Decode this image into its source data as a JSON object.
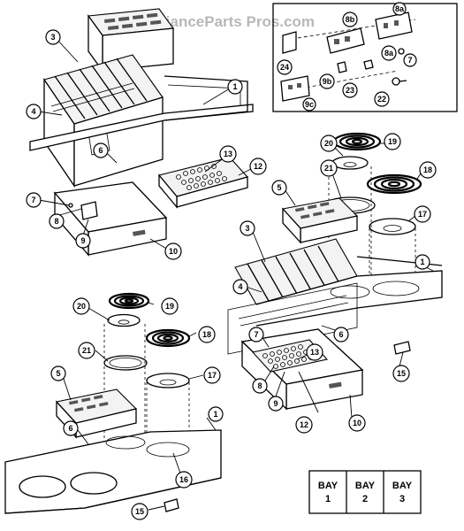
{
  "watermark": "ApplianceParts Pros.com",
  "callouts": [
    {
      "id": "c1a",
      "label": "1"
    },
    {
      "id": "c3a",
      "label": "3"
    },
    {
      "id": "c4a",
      "label": "4"
    },
    {
      "id": "c6a",
      "label": "6"
    },
    {
      "id": "c13a",
      "label": "13"
    },
    {
      "id": "c12a",
      "label": "12"
    },
    {
      "id": "c7a",
      "label": "7"
    },
    {
      "id": "c8a",
      "label": "8"
    },
    {
      "id": "c9a",
      "label": "9"
    },
    {
      "id": "c10a",
      "label": "10"
    },
    {
      "id": "c24",
      "label": "24"
    },
    {
      "id": "c8b",
      "label": "8b"
    },
    {
      "id": "c8c",
      "label": "8a"
    },
    {
      "id": "c8d",
      "label": "8a"
    },
    {
      "id": "c7b",
      "label": "7"
    },
    {
      "id": "c9b",
      "label": "9b"
    },
    {
      "id": "c23",
      "label": "23"
    },
    {
      "id": "c22",
      "label": "22"
    },
    {
      "id": "c9c",
      "label": "9c"
    },
    {
      "id": "c20b",
      "label": "20"
    },
    {
      "id": "c19b",
      "label": "19"
    },
    {
      "id": "c18b",
      "label": "18"
    },
    {
      "id": "c21b",
      "label": "21"
    },
    {
      "id": "c5b",
      "label": "5"
    },
    {
      "id": "c17b",
      "label": "17"
    },
    {
      "id": "c3b",
      "label": "3"
    },
    {
      "id": "c1b",
      "label": "1"
    },
    {
      "id": "c4b",
      "label": "4"
    },
    {
      "id": "c6b",
      "label": "6"
    },
    {
      "id": "c7c",
      "label": "7"
    },
    {
      "id": "c13b",
      "label": "13"
    },
    {
      "id": "c15b",
      "label": "15"
    },
    {
      "id": "c8e",
      "label": "8"
    },
    {
      "id": "c9d",
      "label": "9"
    },
    {
      "id": "c12b",
      "label": "12"
    },
    {
      "id": "c10b",
      "label": "10"
    },
    {
      "id": "c20c",
      "label": "20"
    },
    {
      "id": "c19c",
      "label": "19"
    },
    {
      "id": "c18c",
      "label": "18"
    },
    {
      "id": "c21c",
      "label": "21"
    },
    {
      "id": "c17c",
      "label": "17"
    },
    {
      "id": "c5c",
      "label": "5"
    },
    {
      "id": "c6c",
      "label": "6"
    },
    {
      "id": "c1c",
      "label": "1"
    },
    {
      "id": "c16c",
      "label": "16"
    },
    {
      "id": "c15c",
      "label": "15"
    }
  ],
  "bay_legend": {
    "bays": [
      {
        "word": "BAY",
        "num": "1"
      },
      {
        "word": "BAY",
        "num": "2"
      },
      {
        "word": "BAY",
        "num": "3"
      }
    ]
  }
}
